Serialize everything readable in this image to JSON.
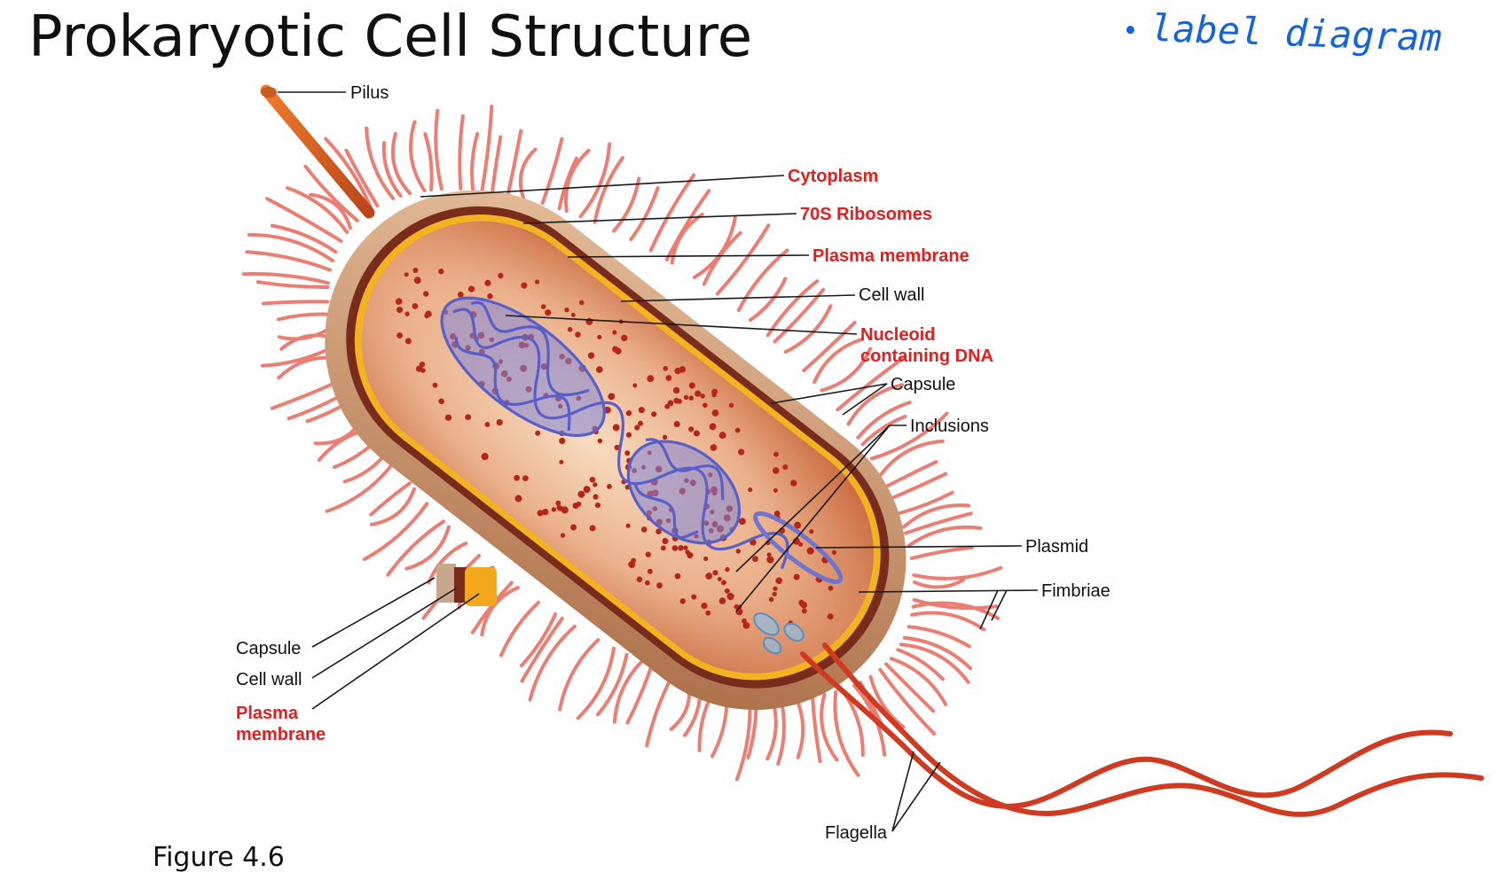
{
  "title": "Prokaryotic Cell Structure",
  "figure_caption": "Figure 4.6",
  "handwritten_note": "label diagram",
  "colors": {
    "label_red": "#e21e1e",
    "label_black": "#111111",
    "note_blue": "#1565d8"
  },
  "labels": {
    "pilus": "Pilus",
    "cytoplasm": "Cytoplasm",
    "ribosomes": "70S Ribosomes",
    "plasma_membrane_top": "Plasma membrane",
    "cell_wall_right": "Cell wall",
    "nucleoid_line1": "Nucleoid",
    "nucleoid_line2": "containing DNA",
    "capsule_right": "Capsule",
    "inclusions": "Inclusions",
    "plasmid": "Plasmid",
    "fimbriae": "Fimbriae",
    "flagella": "Flagella",
    "capsule_left": "Capsule",
    "cell_wall_left": "Cell wall",
    "plasma_membrane_left_line1": "Plasma",
    "plasma_membrane_left_line2": "membrane"
  }
}
